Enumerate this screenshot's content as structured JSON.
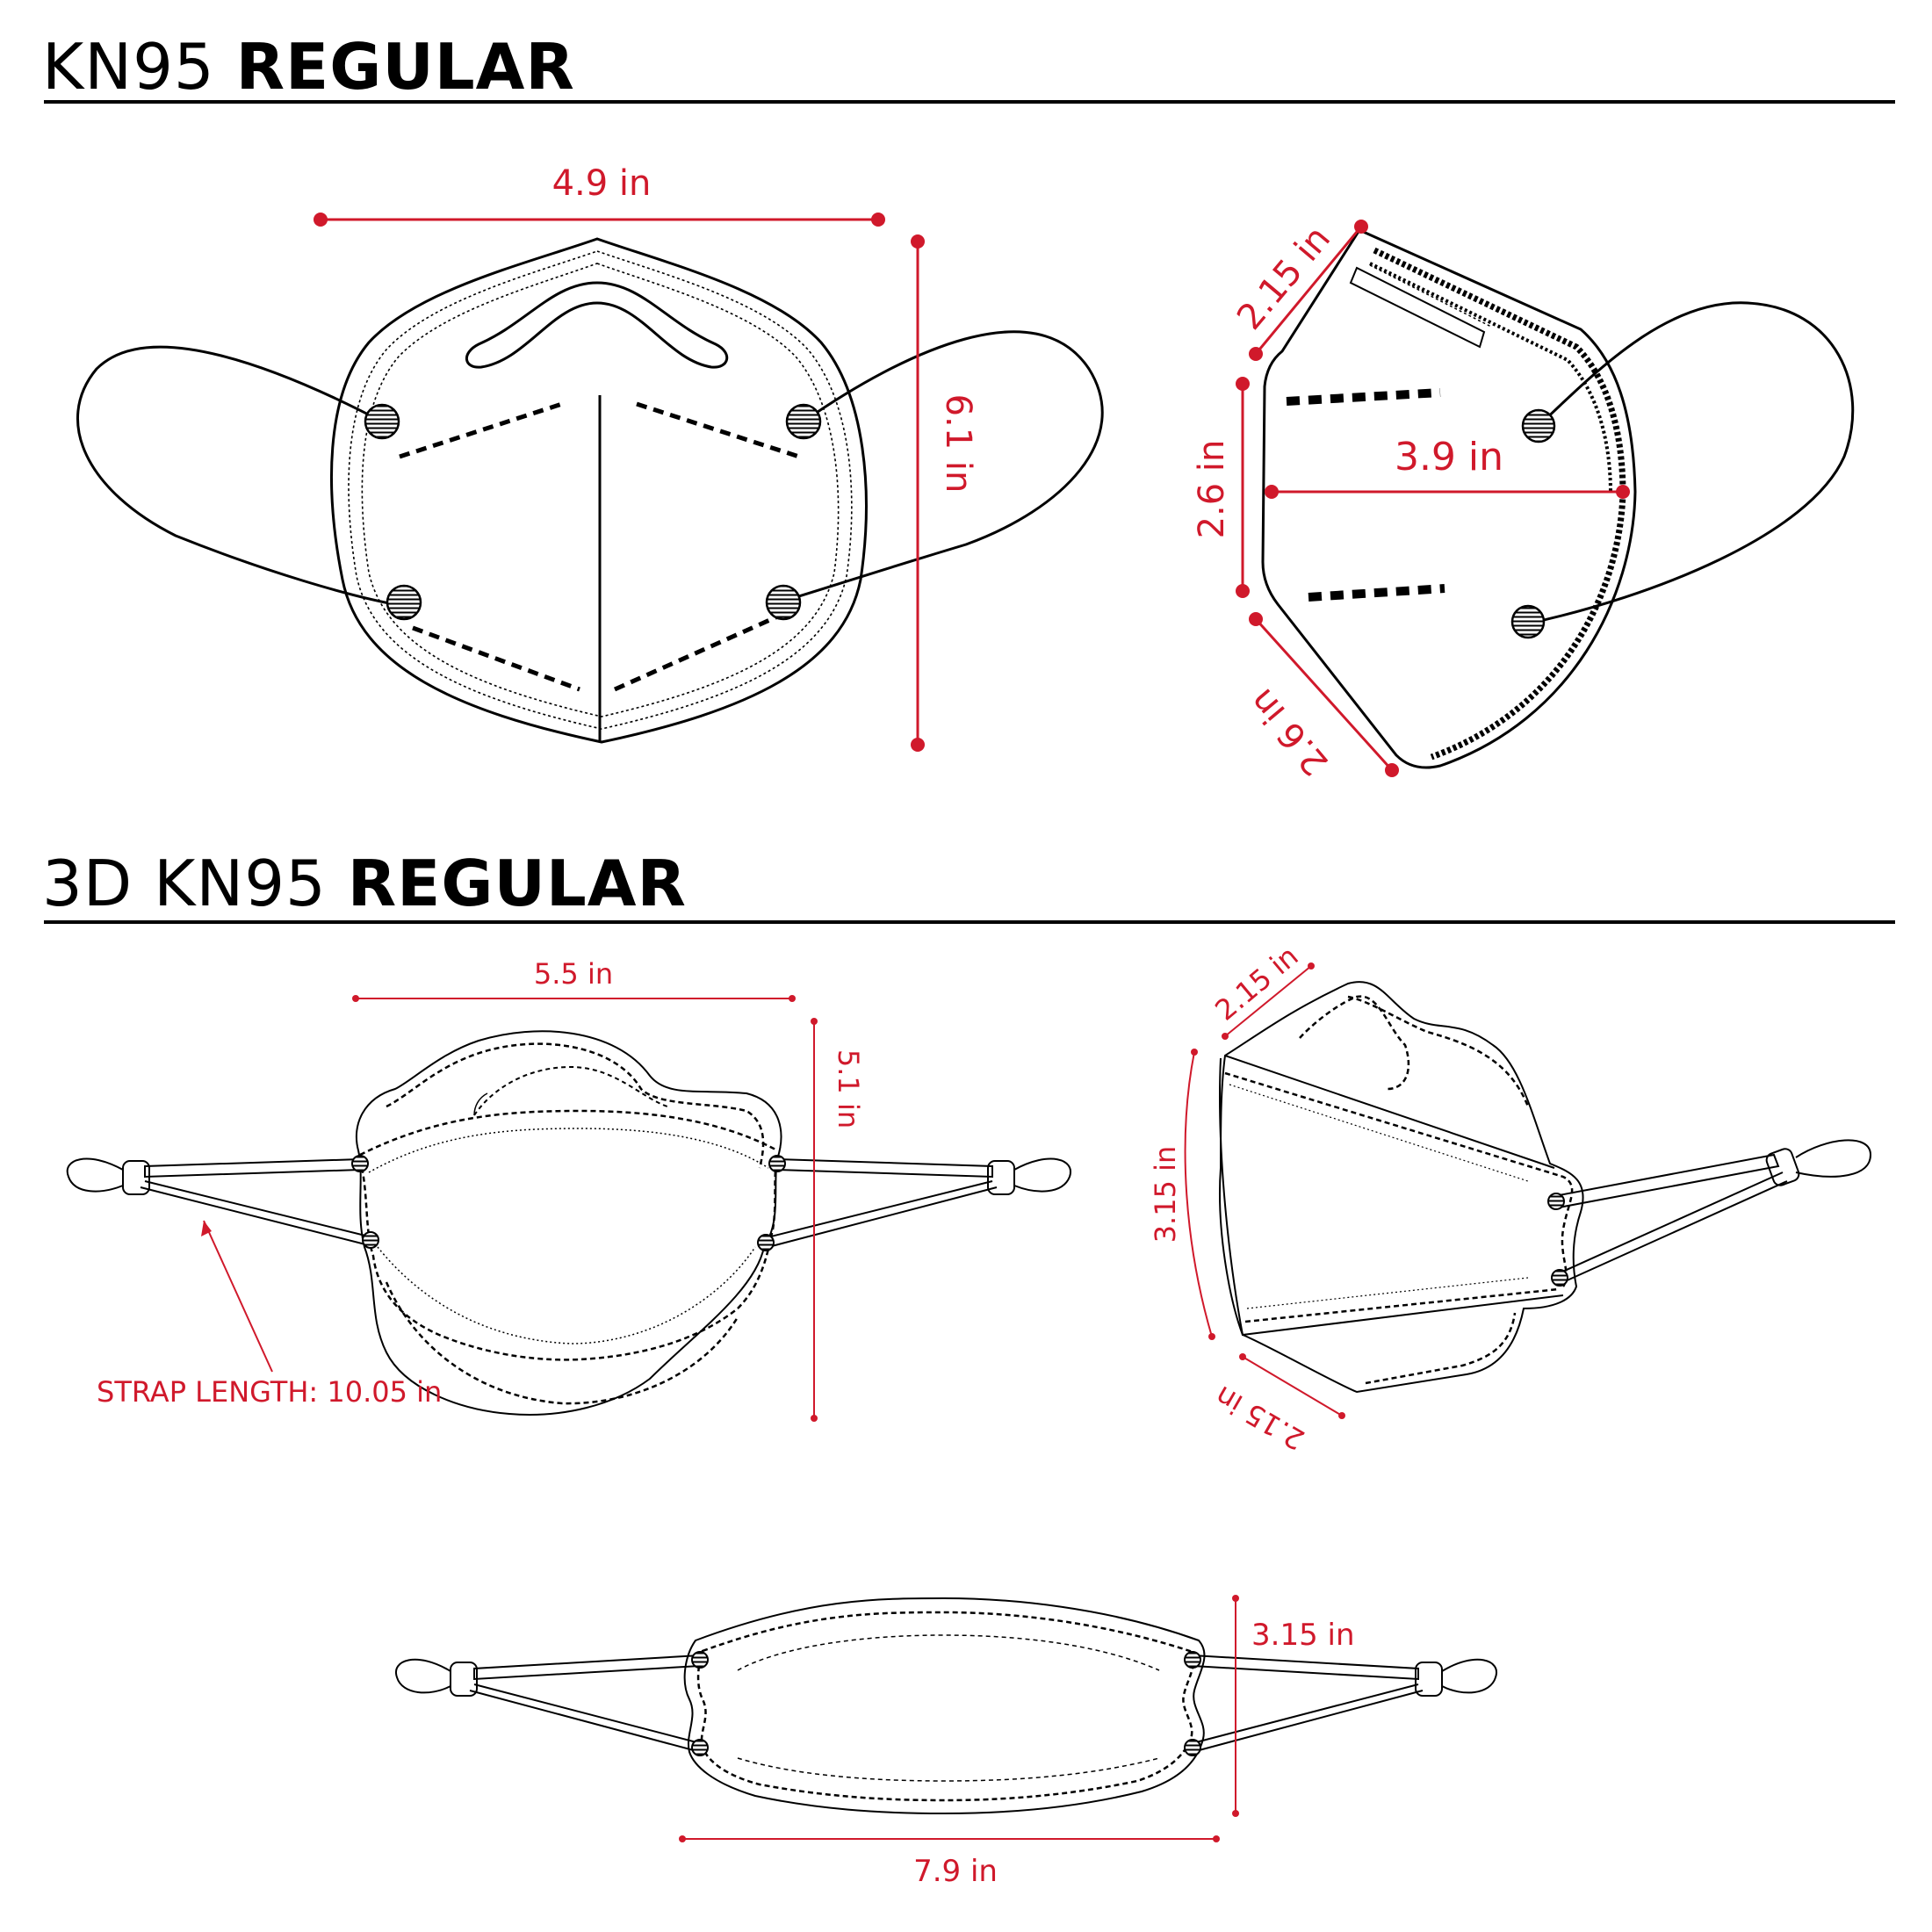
{
  "colors": {
    "ink": "#000000",
    "dimension": "#d0192b"
  },
  "section_kn95": {
    "title_light": "KN95",
    "title_bold": "REGULAR",
    "dims": {
      "front_width": "4.9 in",
      "front_height": "6.1 in",
      "side_top_edge": "2.15 in",
      "side_height": "2.6 in",
      "side_depth": "3.9 in",
      "side_bottom_edge": "2.6 in"
    }
  },
  "section_3d": {
    "title_light": "3D KN95",
    "title_bold": "REGULAR",
    "dims": {
      "front_width": "5.5 in",
      "front_height": "5.1 in",
      "strap_length": "STRAP LENGTH: 10.05 in",
      "side_top_edge": "2.15 in",
      "side_height": "3.15 in",
      "side_bottom_edge": "2.15 in",
      "flat_height": "3.15 in",
      "flat_width": "7.9 in"
    }
  }
}
